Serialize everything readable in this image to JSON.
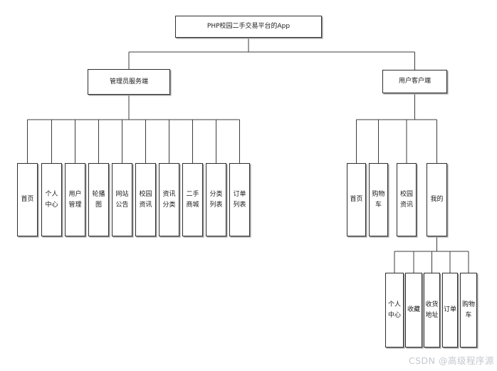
{
  "diagram": {
    "title": "PHP校园二手交易平台的App",
    "admin_branch": {
      "label": "管理员服务端",
      "children": [
        {
          "label": "首页"
        },
        {
          "label": "个人中心"
        },
        {
          "label": "用户管理"
        },
        {
          "label": "轮播图"
        },
        {
          "label": "网站公告"
        },
        {
          "label": "校园资讯"
        },
        {
          "label": "资讯分类"
        },
        {
          "label": "二手商城"
        },
        {
          "label": "分类列表"
        },
        {
          "label": "订单列表"
        }
      ]
    },
    "client_branch": {
      "label": "用户客户端",
      "children": [
        {
          "label": "首页"
        },
        {
          "label": "购物车"
        },
        {
          "label": "校园资讯"
        },
        {
          "label": "我的"
        }
      ],
      "mine_children": [
        {
          "label": "个人中心"
        },
        {
          "label": "收藏"
        },
        {
          "label": "收货地址"
        },
        {
          "label": "订单"
        },
        {
          "label": "购物车"
        }
      ]
    }
  },
  "watermark": {
    "text": "CSDN @高级程序源"
  },
  "colors": {
    "background": "#ffffff",
    "box_border": "#2e2e2e",
    "box_shadow": "#9b9b9b",
    "connector": "#3c3c3c",
    "text": "#1a1a1a",
    "watermark": "#c3c9cf"
  }
}
